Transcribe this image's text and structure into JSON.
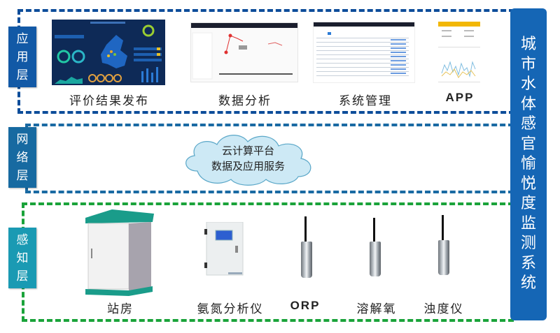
{
  "system_title": [
    "城",
    "市",
    "水",
    "体",
    "感",
    "官",
    "愉",
    "悦",
    "度",
    "监",
    "测",
    "系",
    "统"
  ],
  "layers": {
    "application": {
      "label": [
        "应",
        "用",
        "层"
      ],
      "items": [
        {
          "caption": "评价结果发布",
          "icon": "dashboard-screenshot-icon"
        },
        {
          "caption": "数据分析",
          "icon": "chart-analysis-screenshot-icon"
        },
        {
          "caption": "系统管理",
          "icon": "table-management-screenshot-icon"
        },
        {
          "caption": "APP",
          "icon": "mobile-app-screenshot-icon"
        }
      ]
    },
    "network": {
      "label": [
        "网",
        "络",
        "层"
      ],
      "cloud": {
        "line1": "云计算平台",
        "line2": "数据及应用服务"
      }
    },
    "perception": {
      "label": [
        "感",
        "知",
        "层"
      ],
      "items": [
        {
          "caption": "站房",
          "icon": "station-cabinet-icon"
        },
        {
          "caption": "氨氮分析仪",
          "icon": "ammonia-analyzer-icon"
        },
        {
          "caption": "ORP",
          "icon": "orp-probe-icon"
        },
        {
          "caption": "溶解氧",
          "icon": "dissolved-oxygen-probe-icon"
        },
        {
          "caption": "浊度仪",
          "icon": "turbidity-probe-icon"
        }
      ]
    }
  },
  "colors": {
    "app_border": "#0d4d9a",
    "net_border": "#1a6aa3",
    "sense_border": "#1aa33a",
    "title_bg": "#1566b5"
  }
}
